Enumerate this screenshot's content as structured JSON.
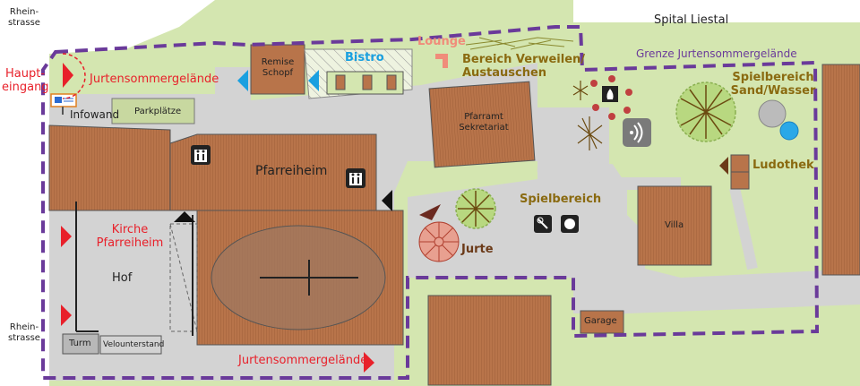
{
  "labels": {
    "spital": "Spital Liestal",
    "rheinstrasse_top": "Rhein-\nstrasse",
    "rheinstrasse_bottom": "Rhein-\nstrasse",
    "haupteingang": "Haupt-\neingang",
    "jurtensommergelaende_top": "Jurtensommergelände",
    "jurtensommergelaende_bottom": "Jurtensommergelände",
    "infowand": "Infowand",
    "parkplaetze": "Parkplätze",
    "remise": "Remise\nSchopf",
    "bistro": "Bistro",
    "lounge": "Lounge",
    "verweilen": "Bereich Verweilen/\nAustauschen",
    "grenze": "Grenze Jurtensommergelände",
    "spielbereich_sand": "Spielbereich\nSand/Wasser",
    "pfarramt": "Pfarramt\nSekretariat",
    "ludothek": "Ludothek",
    "pfarreiheim": "Pfarreiheim",
    "kirche": "Kirche\nPfarreiheim",
    "hof": "Hof",
    "spielbereich": "Spielbereich",
    "jurte": "Jurte",
    "villa": "Villa",
    "garage": "Garage",
    "turm": "Turm",
    "velounterstand": "Velounterstand"
  },
  "colors": {
    "grass": "#d4e6b0",
    "road": "#d3d3d3",
    "roof": "#b8744a",
    "roof_dark": "#7a4a26",
    "boundary": "#6a3a9a",
    "entrance_arrow": "#e8202a",
    "bistro_arrow": "#1aa0e0",
    "title_olive": "#8a6a10",
    "lounge": "#f08c7a"
  },
  "icons": [
    "restroom-icon",
    "restroom-icon",
    "fire-icon",
    "wifi-icon",
    "tennis-icon",
    "ball-icon",
    "info-board-icon",
    "tree-icon"
  ]
}
